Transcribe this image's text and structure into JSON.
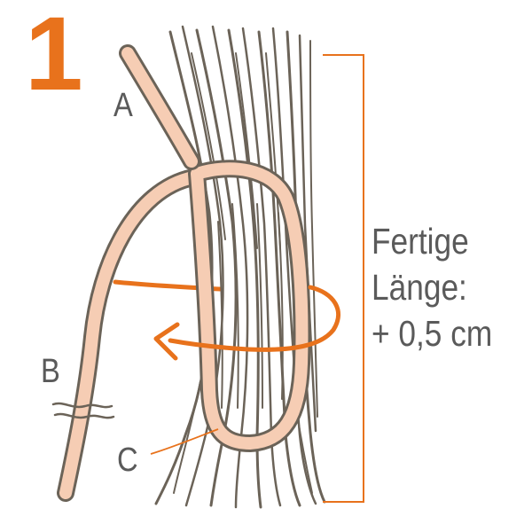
{
  "step": {
    "number": "1"
  },
  "labels": {
    "a": "A",
    "b": "B",
    "c": "C"
  },
  "measurement": {
    "line1": "Fertige",
    "line2": "Länge:",
    "line3": "+ 0,5 cm"
  },
  "colors": {
    "accent": "#e8721c",
    "thread_fill": "#f6cdb4",
    "thread_outline": "#6b6358",
    "hair": "#6b6358",
    "text": "#5a5a5a"
  }
}
